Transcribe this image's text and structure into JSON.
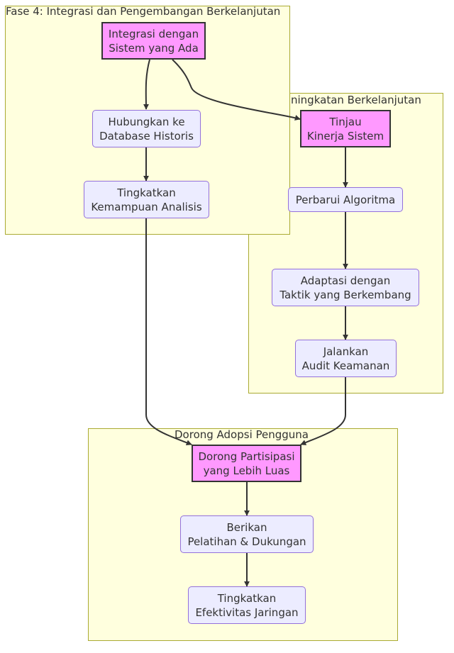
{
  "colors": {
    "cluster_fill": "#ffffde",
    "cluster_border": "#aaaa33",
    "node_fill": "#ececff",
    "node_border": "#9370db",
    "highlight_fill": "#ff99ff",
    "highlight_border": "#333333",
    "edge": "#333333"
  },
  "clusters": {
    "phase4": {
      "label": "Fase 4: Integrasi dan Pengembangan Berkelanjutan"
    },
    "improvement": {
      "label": "Peningkatan Berkelanjutan",
      "visible_label": "ningkatan Berkelanjutan"
    },
    "adoption": {
      "label": "Dorong Adopsi Pengguna"
    }
  },
  "nodes": {
    "integrate": "Integrasi dengan\nSistem yang Ada",
    "connect_db": "Hubungkan ke\nDatabase Historis",
    "improve_analysis": "Tingkatkan\nKemampuan Analisis",
    "review": "Tinjau\nKinerja Sistem",
    "update_algo": "Perbarui Algoritma",
    "adapt": "Adaptasi dengan\nTaktik yang Berkembang",
    "audit": "Jalankan\nAudit Keamanan",
    "participation": "Dorong Partisipasi\nyang Lebih Luas",
    "training": "Berikan\nPelatihan & Dukungan",
    "effectiveness": "Tingkatkan\nEfektivitas Jaringan"
  }
}
